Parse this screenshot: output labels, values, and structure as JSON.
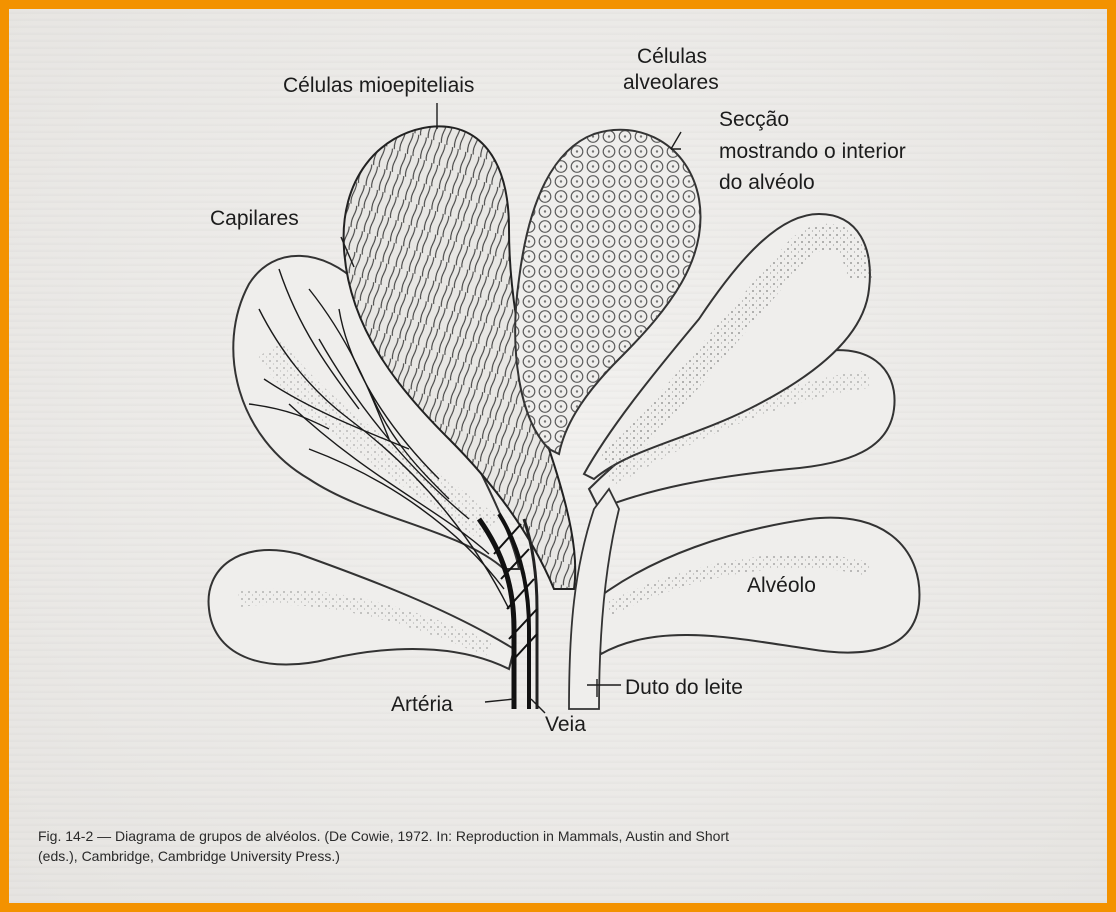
{
  "figure": {
    "labels": {
      "celulas_mioepiteliais": "Células mioepiteliais",
      "celulas_alveolares_1": "Células",
      "celulas_alveolares_2": "alveolares",
      "seccao_1": "Secção",
      "seccao_2": "mostrando o interior",
      "seccao_3": "do alvéolo",
      "capilares": "Capilares",
      "alveolo": "Alvéolo",
      "arteria": "Artéria",
      "veia": "Veia",
      "duto": "Duto do leite"
    },
    "caption_line1": "Fig. 14-2 — Diagrama de grupos de alvéolos. (De Cowie, 1972. In: Reproduction in Mammals, Austin and Short",
    "caption_line2": "(eds.), Cambridge, Cambridge University Press.)"
  },
  "colors": {
    "border": "#f39200",
    "paper": "#ecebe9",
    "ink": "#1c1c1c"
  }
}
